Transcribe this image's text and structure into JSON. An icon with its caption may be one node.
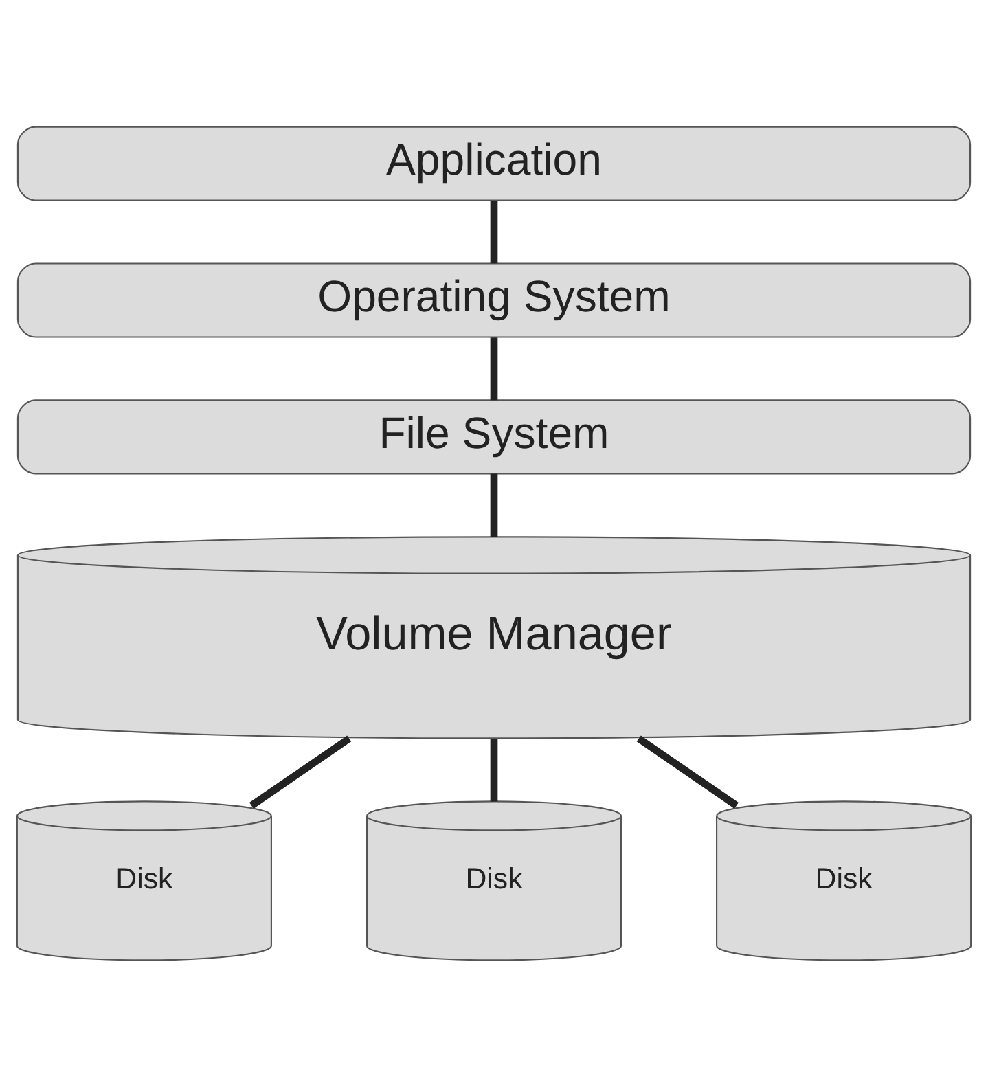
{
  "diagram": {
    "nodes": [
      {
        "text": [
          "Application"
        ]
      },
      {
        "text": [
          "Operating System"
        ]
      },
      {
        "text": [
          "File System"
        ]
      },
      {
        "text": [
          "Volume Manager"
        ]
      },
      {
        "text": [
          "Disk"
        ]
      },
      {
        "text": [
          "Disk"
        ]
      },
      {
        "text": [
          "Disk"
        ]
      }
    ],
    "edges": [
      {
        "from": 0,
        "to": 1,
        "arrow": "none"
      },
      {
        "from": 1,
        "to": 2,
        "arrow": "none"
      },
      {
        "from": 2,
        "to": 3,
        "arrow": "none"
      },
      {
        "from": 3,
        "to": 4,
        "arrow": "none"
      },
      {
        "from": 3,
        "to": 5,
        "arrow": "none"
      },
      {
        "from": 3,
        "to": 6,
        "arrow": "none"
      }
    ]
  }
}
